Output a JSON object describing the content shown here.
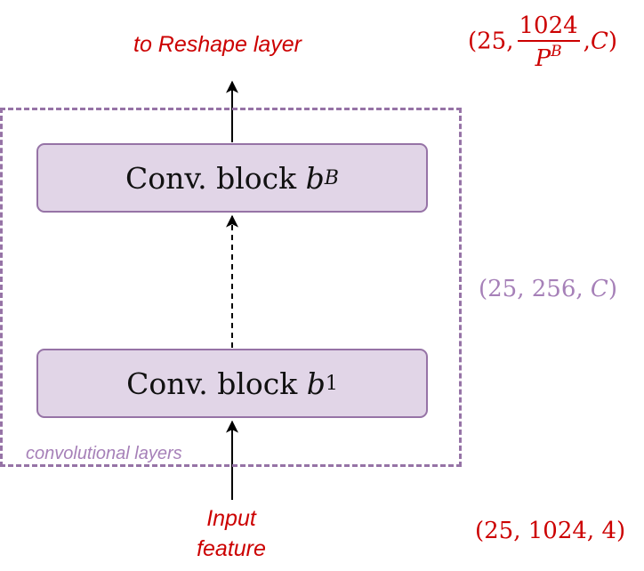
{
  "nodes": {
    "block_top": {
      "prefix": "Conv. block ",
      "var": "b",
      "sub": "B"
    },
    "block_bottom": {
      "prefix": "Conv. block ",
      "var": "b",
      "sub": "1"
    }
  },
  "labels": {
    "output": "to Reshape layer",
    "input_line1": "Input",
    "input_line2": "feature",
    "group": "convolutional layers"
  },
  "shapes": {
    "output": {
      "open": "(25,",
      "frac_num": "1024",
      "frac_den_base": "P",
      "frac_den_sup": "B",
      "close_sep": ",",
      "close_var": "C",
      "close": ")"
    },
    "middle": {
      "text": "(25, 256, ",
      "var": "C",
      "close": ")"
    },
    "input": "(25, 1024, 4)"
  },
  "colors": {
    "red": "#cc0000",
    "purple_border": "#9673a6",
    "purple_fill": "#e1d5e7",
    "purple_text": "#a680b8"
  }
}
